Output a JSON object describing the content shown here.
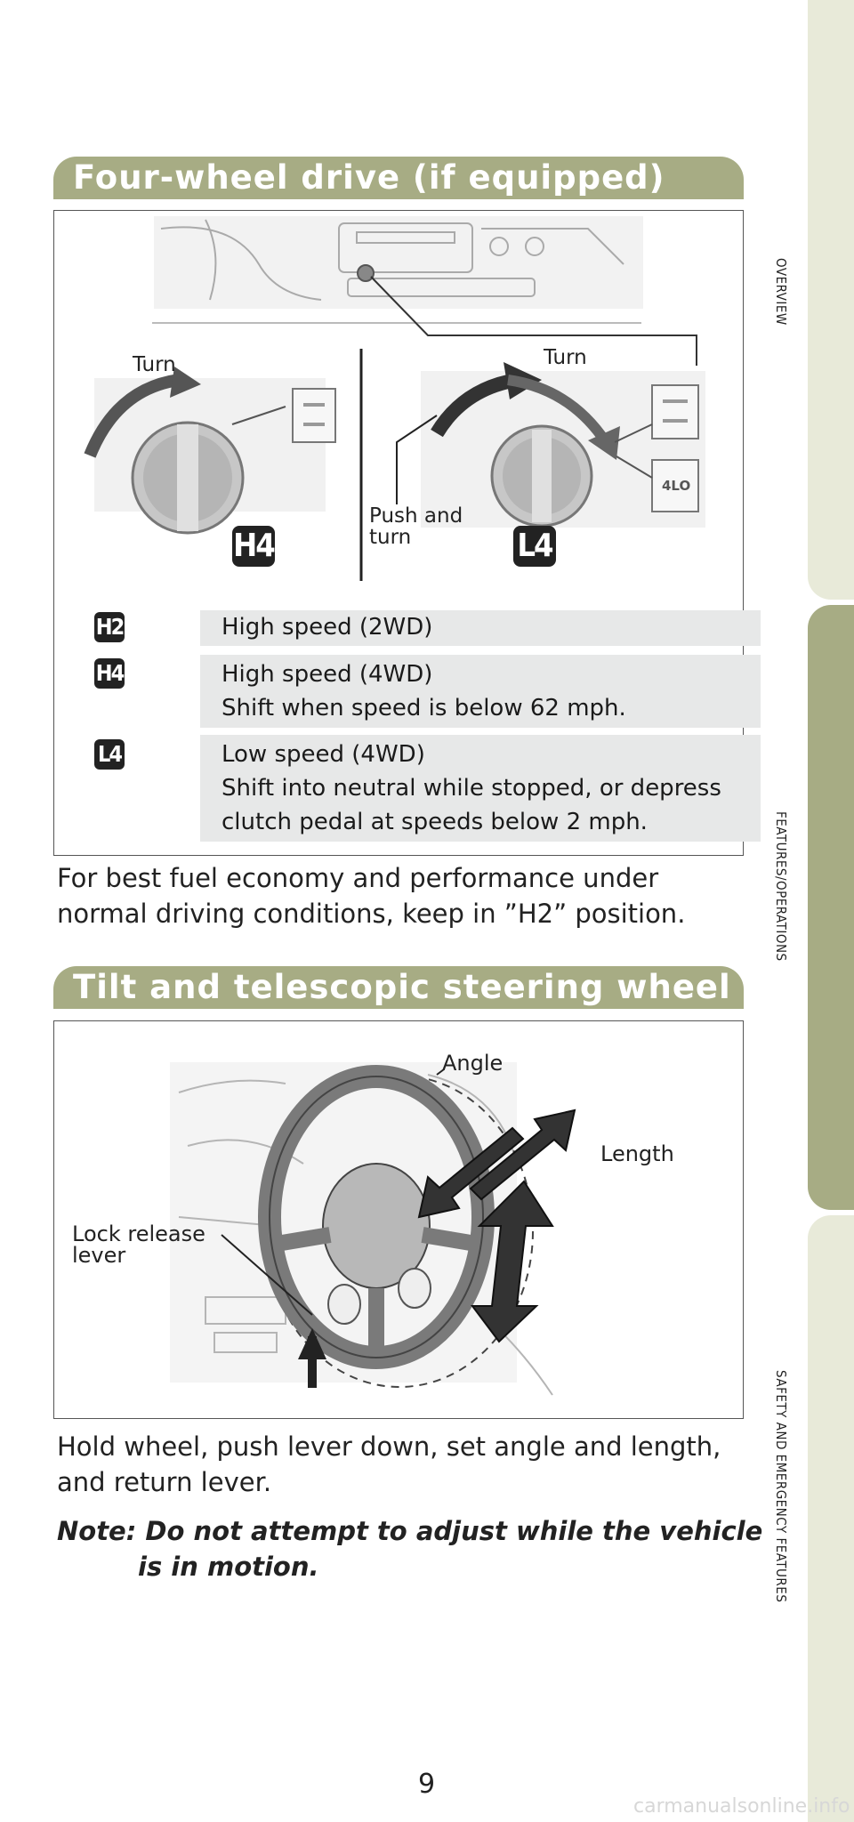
{
  "sidebar": {
    "tabs": [
      {
        "label": "OVERVIEW"
      },
      {
        "label": "FEATURES/OPERATIONS"
      },
      {
        "label": "SAFETY AND EMERGENCY FEATURES"
      }
    ]
  },
  "four_wheel_drive": {
    "title": "Four-wheel drive (if equipped)",
    "diagram": {
      "turn_left": "Turn",
      "turn_right": "Turn",
      "push_and_turn": [
        "Push and",
        "turn"
      ],
      "badge_h4": "H4",
      "badge_l4": "L4",
      "switch_label_4lo": "4LO"
    },
    "modes": [
      {
        "badge": "H2",
        "lines": [
          "High speed (2WD)"
        ]
      },
      {
        "badge": "H4",
        "lines": [
          "High speed (4WD)",
          "Shift when speed is below 62 mph."
        ]
      },
      {
        "badge": "L4",
        "lines": [
          "Low speed (4WD)",
          "Shift into neutral while stopped, or depress",
          "clutch pedal at speeds below 2 mph."
        ]
      }
    ],
    "description": [
      "For best fuel economy and performance under",
      "normal driving conditions, keep in ”H2” position."
    ]
  },
  "steering": {
    "title": "Tilt and telescopic steering wheel",
    "diagram": {
      "angle": "Angle",
      "length": "Length",
      "lock_release": [
        "Lock release",
        "lever"
      ]
    },
    "description": [
      "Hold wheel, push lever down, set angle and length,",
      "and return lever."
    ],
    "note": [
      "Note: Do not attempt to adjust while the vehicle",
      "is in motion."
    ]
  },
  "footer": {
    "page_number": "9",
    "watermark": "carmanualsonline.info"
  },
  "colors": {
    "accent": "#a7ac84",
    "tab_light": "#e8ead9",
    "row_bg": "#e7e8e8"
  }
}
